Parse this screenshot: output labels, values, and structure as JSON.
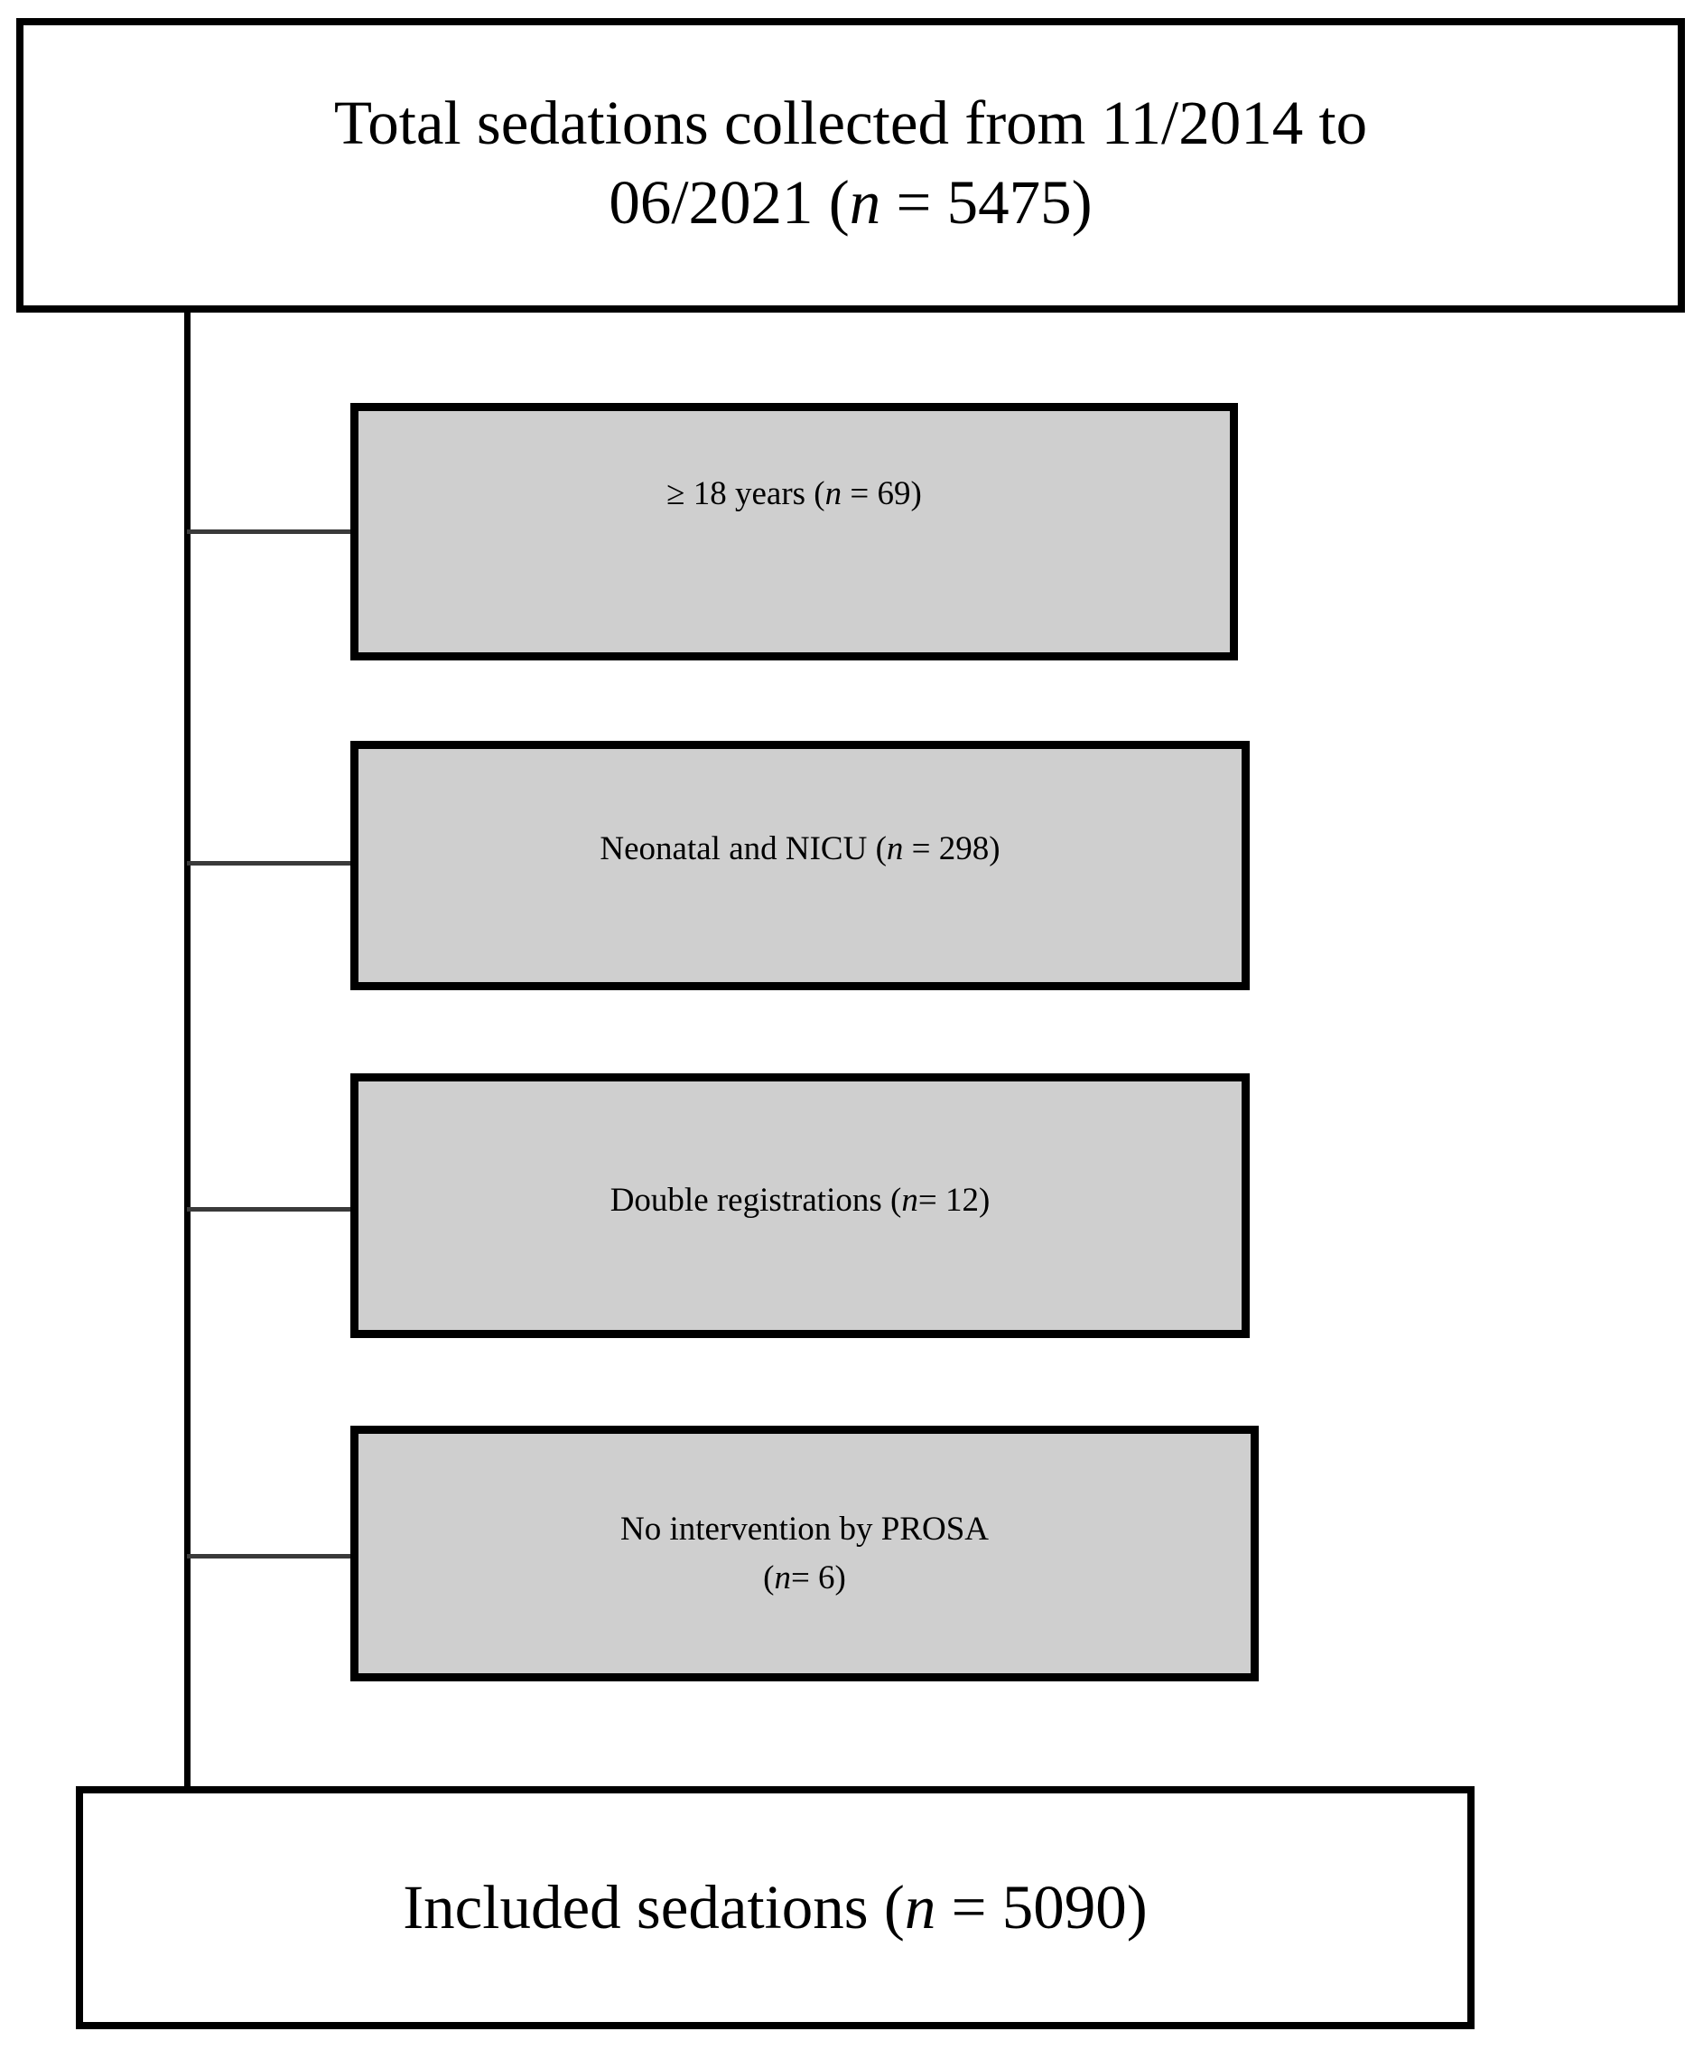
{
  "figure": {
    "type": "flow-diagram",
    "title": "Study sedation inclusion flowchart",
    "colors": {
      "box_border": "#000000",
      "excluded_fill": "#cfcfcf",
      "included_fill": "#ffffff",
      "connector": "#000000",
      "text": "#000000"
    }
  },
  "source_node": {
    "id": "total-sedations",
    "line1": "Total sedations collected from 11/2014 to",
    "line2_prefix": "06/2021 (",
    "line2_italic": "n",
    "line2_suffix": " = 5475)",
    "label": "Total sedations collected from 11/2014 to 06/2021 (n = 5475)",
    "count": 5475,
    "date_from": "11/2014",
    "date_to": "06/2021"
  },
  "excluded_nodes": [
    {
      "id": "age-18-plus",
      "prefix": "≥ 18 years (",
      "italic": "n",
      "suffix": " = 69)",
      "label": "≥ 18 years (n = 69)",
      "count": 69
    },
    {
      "id": "neonatal-nicu",
      "prefix": "Neonatal and NICU (",
      "italic": "n",
      "suffix": " = 298)",
      "label": "Neonatal and NICU (n = 298)",
      "count": 298
    },
    {
      "id": "double-registrations",
      "prefix": "Double registrations  (",
      "italic": "n",
      "suffix": "= 12)",
      "label": "Double registrations  (n= 12)",
      "count": 12
    },
    {
      "id": "no-intervention-prosa",
      "prefix": "No intervention by PROSA\n(",
      "line1": "No intervention by PROSA",
      "italic": "n",
      "suffix": "= 6)",
      "label": "No intervention by PROSA (n= 6)",
      "count": 6
    }
  ],
  "result_node": {
    "id": "included-sedations",
    "prefix": "Included sedations  (",
    "italic": "n",
    "suffix": " = 5090)",
    "label": "Included sedations  (n = 5090)",
    "count": 5090
  }
}
